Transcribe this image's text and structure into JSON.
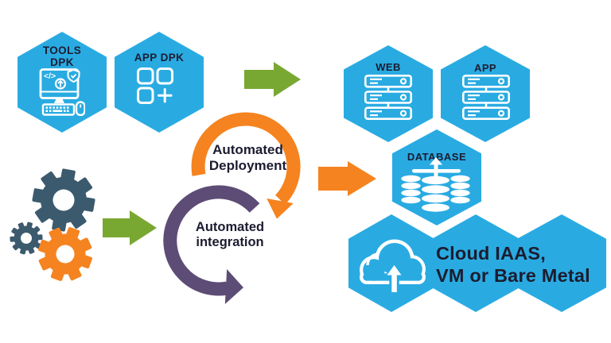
{
  "title": "Automated deployment and integration diagram",
  "colors": {
    "hexagon_blue": "#29abe2",
    "arrow_green": "#79a832",
    "accent_orange": "#f5831f",
    "accent_purple": "#5d4c75",
    "gear_slate": "#3b5a6e",
    "text_dark": "#1c1c30"
  },
  "hexagons": {
    "tools_dpk": {
      "label": "TOOLS\nDPK"
    },
    "app_dpk": {
      "label": "APP DPK"
    },
    "web": {
      "label": "WEB"
    },
    "app": {
      "label": "APP"
    },
    "database": {
      "label": "DATABASE"
    },
    "cloud": {
      "label": "Cloud IAAS,\nVM or Bare Metal"
    }
  },
  "cycles": {
    "deployment": {
      "label": "Automated\nDeployment"
    },
    "integration": {
      "label": "Automated\nintegration"
    }
  },
  "icons": {
    "code_glyph": "</>"
  }
}
